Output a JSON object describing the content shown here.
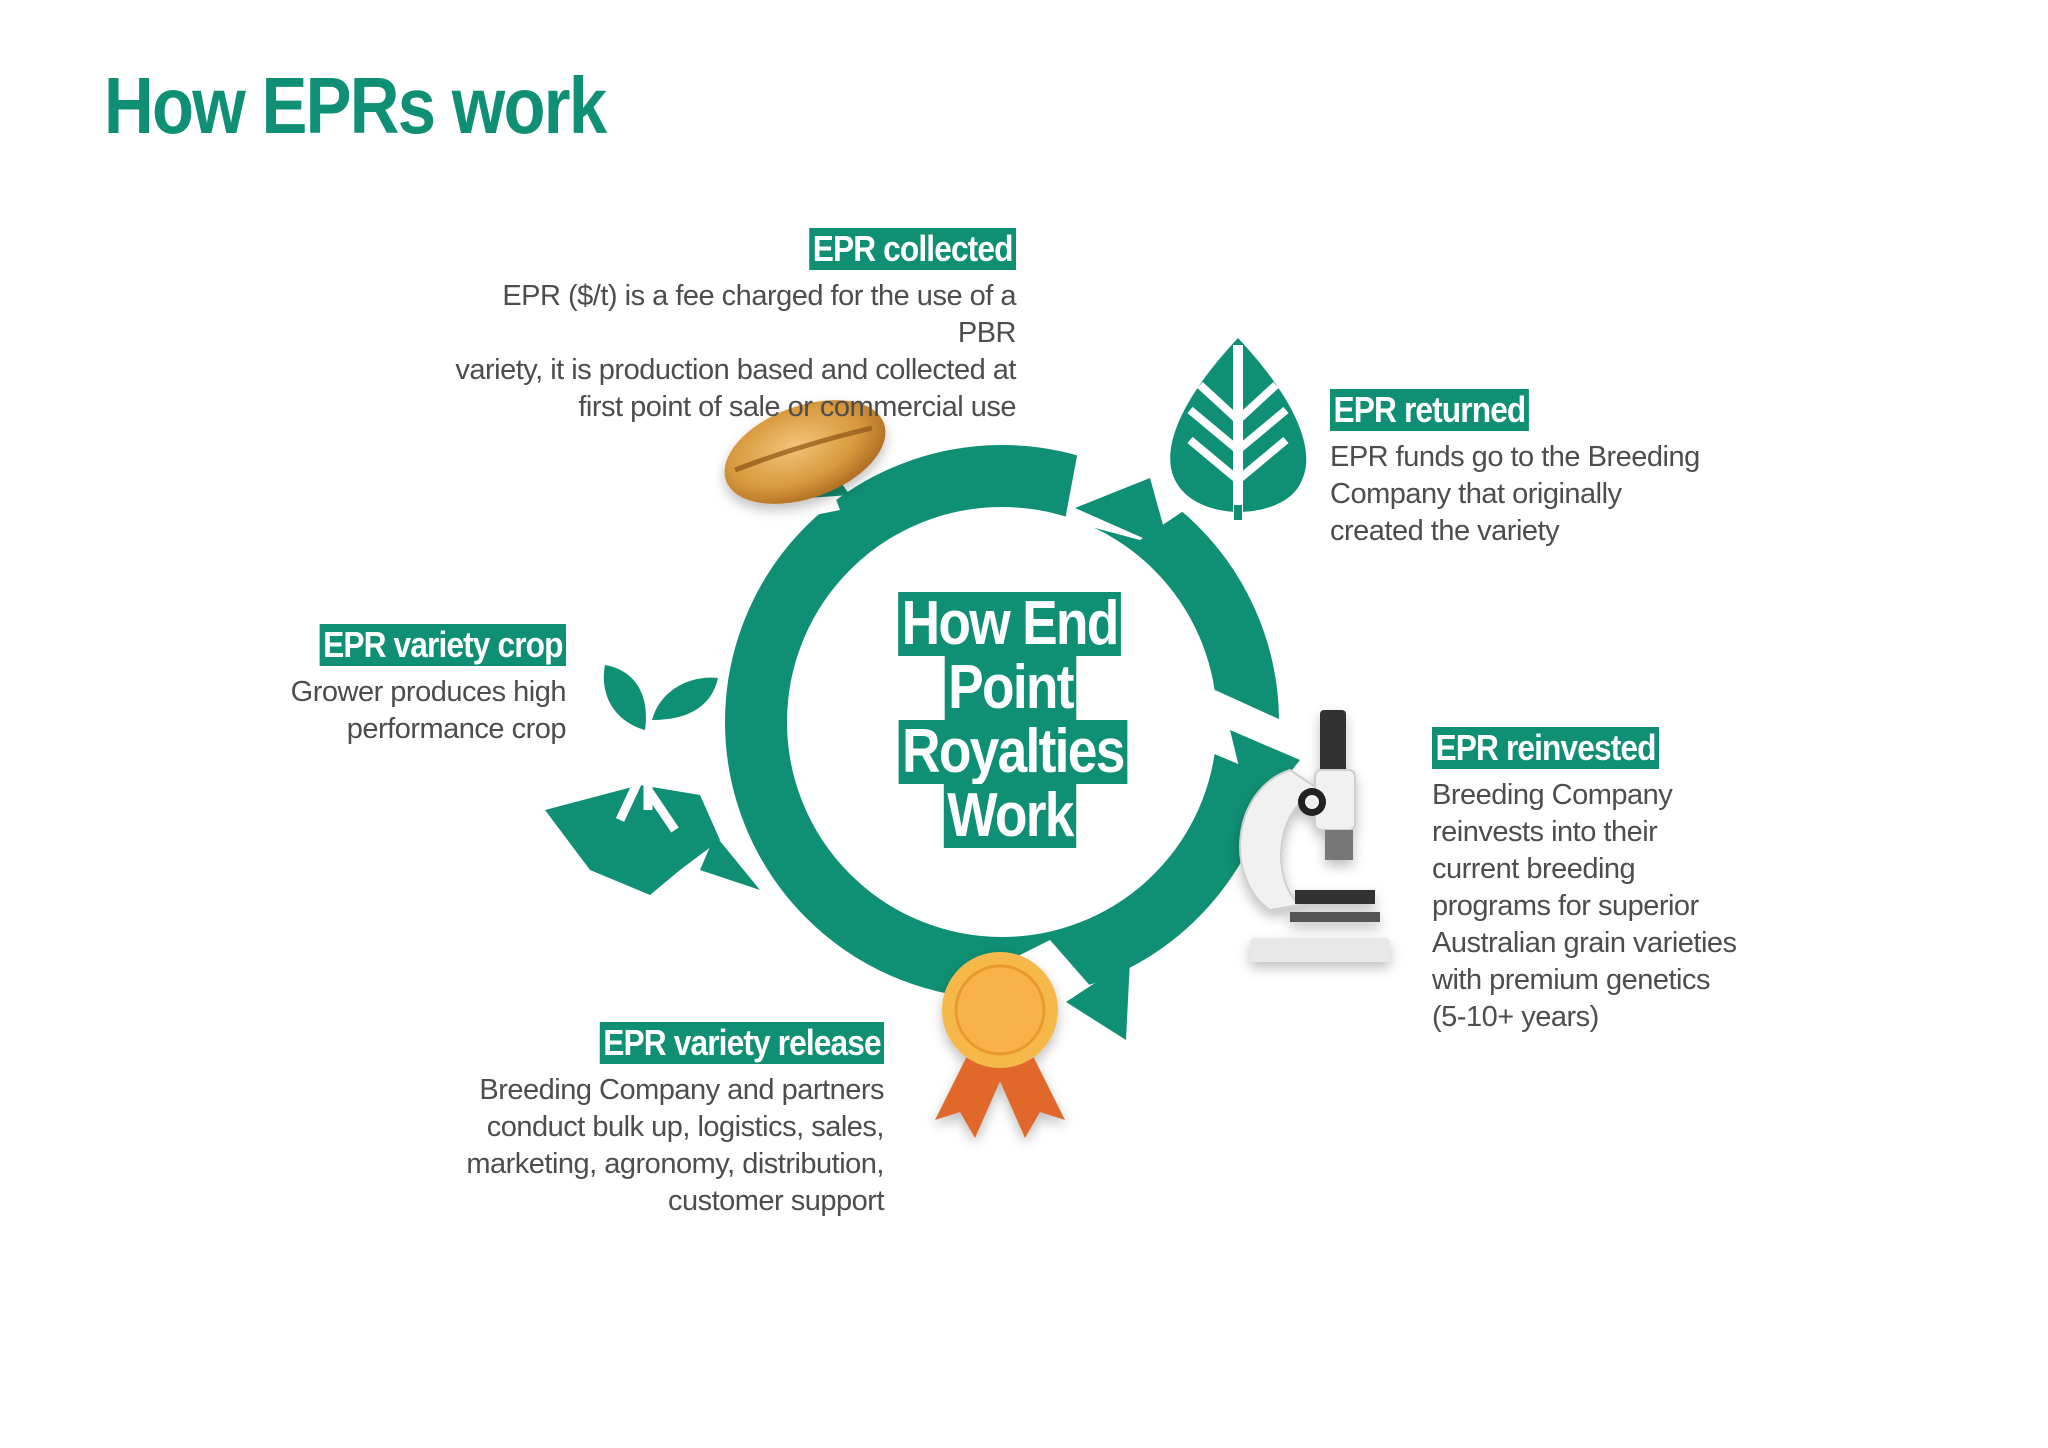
{
  "page": {
    "title": "How EPRs work"
  },
  "center": {
    "lines": [
      "How End",
      "Point",
      "Royalties",
      "Work"
    ]
  },
  "stages": {
    "collected": {
      "label": "EPR collected",
      "lines": [
        "EPR ($/t) is a fee charged for the use of a PBR",
        "variety, it is production based and collected at",
        "first point of sale or commercial use"
      ]
    },
    "returned": {
      "label": "EPR returned",
      "lines": [
        "EPR funds go to the Breeding",
        "Company that originally",
        "created the variety"
      ]
    },
    "reinvested": {
      "label": "EPR reinvested",
      "lines": [
        "Breeding Company",
        "reinvests into their",
        "current breeding",
        "programs for superior",
        "Australian grain varieties",
        "with premium genetics",
        "(5-10+ years)"
      ]
    },
    "release": {
      "label": "EPR variety release",
      "lines": [
        "Breeding Company and partners",
        "conduct bulk up, logistics, sales,",
        "marketing, agronomy, distribution,",
        "customer support"
      ]
    },
    "crop": {
      "label": "EPR variety crop",
      "lines": [
        "Grower produces high",
        "performance crop"
      ]
    }
  },
  "icons": [
    "grain-icon",
    "leaf-icon",
    "microscope-icon",
    "award-ribbon-icon",
    "seedling-icon"
  ],
  "colors": {
    "brand_green": "#0f8f73",
    "text_grey": "#4d4d4d",
    "grain_gold": "#d79a3c",
    "award_orange": "#e0672a",
    "award_gold": "#f6b84b"
  }
}
